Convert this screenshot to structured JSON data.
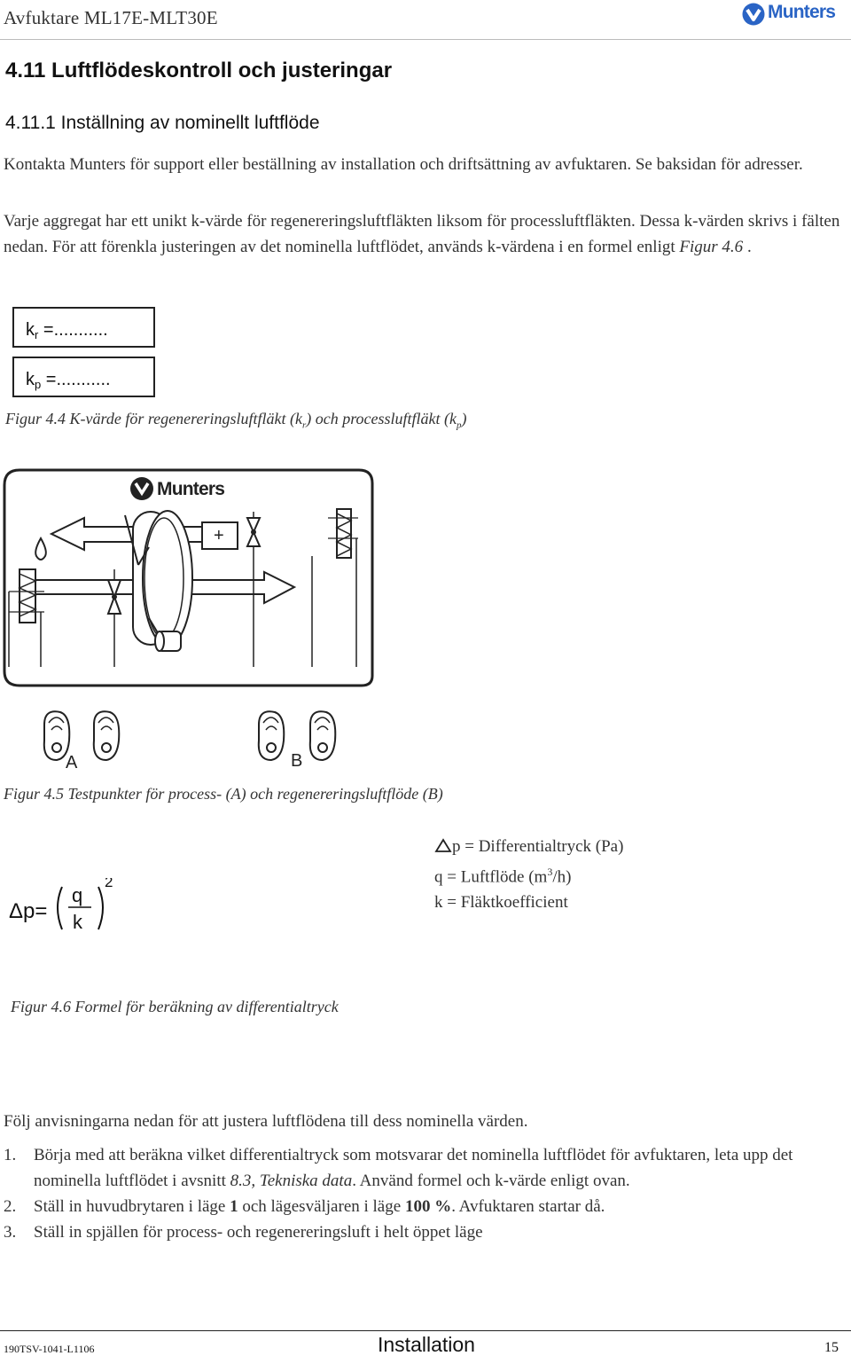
{
  "header": {
    "doc_title": "Avfuktare ML17E-MLT30E",
    "brand": "Munters"
  },
  "section": {
    "h1": "4.11 Luftflödeskontroll och justeringar",
    "h2": "4.11.1 Inställning av nominellt luftflöde"
  },
  "intro": {
    "p1": "Kontakta Munters för support eller beställning av installation och driftsättning av avfuktaren. Se baksidan för adresser.",
    "p2_a": "Varje aggregat har ett unikt k-värde för regenereringsluftfläkten liksom för processluftfläkten. Dessa k-värden skrivs i fälten nedan. För att förenkla justeringen av det nominella luftflödet, används k-värdena i en formel enligt ",
    "p2_ref": "Figur 4.6",
    "p2_end": " ."
  },
  "kboxes": {
    "kr_main": "k",
    "kr_sub": "r",
    "kr_rest": " =...........",
    "kp_main": "k",
    "kp_sub": "p",
    "kp_rest": " =..........."
  },
  "fig44": {
    "a": "Figur 4.4 K-värde för regenereringsluftfläkt (k",
    "sub_r": "r",
    "b": ") och processluftfläkt (k",
    "sub_p": "p",
    "c": ")"
  },
  "fig45": {
    "caption": "Figur 4.5 Testpunkter för process- (A) och regenereringsluftflöde (B)",
    "label_a": "A",
    "label_b": "B",
    "brand": "Munters"
  },
  "formula": {
    "lhs": "Δp=",
    "numerator": "q",
    "denominator": "k",
    "exponent": "2"
  },
  "legend": {
    "dp": "p = Differentialtryck (Pa)",
    "q_a": "q = Luftflöde (m",
    "q_sup": "3",
    "q_b": "/h)",
    "k": "k = Fläktkoefficient"
  },
  "fig46": {
    "caption": "Figur 4.6 Formel för beräkning av differentialtryck"
  },
  "instructions": {
    "lead": "Följ anvisningarna nedan för att justera luftflödena till dess nominella värden.",
    "s1_num": "1.",
    "s1_a": "Börja med att beräkna vilket differentialtryck som motsvarar det nominella luftflödet för avfuktaren, leta upp det nominella luftflödet i avsnitt ",
    "s1_ref": "8.3, Tekniska data",
    "s1_b": ". Använd formel och k-värde enligt ovan.",
    "s2_num": "2.",
    "s2_a": "Ställ in huvudbrytaren i läge ",
    "s2_b1": "1",
    "s2_c": " och lägesväljaren i läge ",
    "s2_b2": "100 %",
    "s2_d": ". Avfuktaren startar då.",
    "s3_num": "3.",
    "s3": "Ställ in spjällen för process- och regenereringsluft i helt öppet läge"
  },
  "footer": {
    "code": "190TSV-1041-L1106",
    "section": "Installation",
    "page": "15"
  },
  "colors": {
    "brand_blue": "#2a64c5",
    "text": "#333333"
  }
}
